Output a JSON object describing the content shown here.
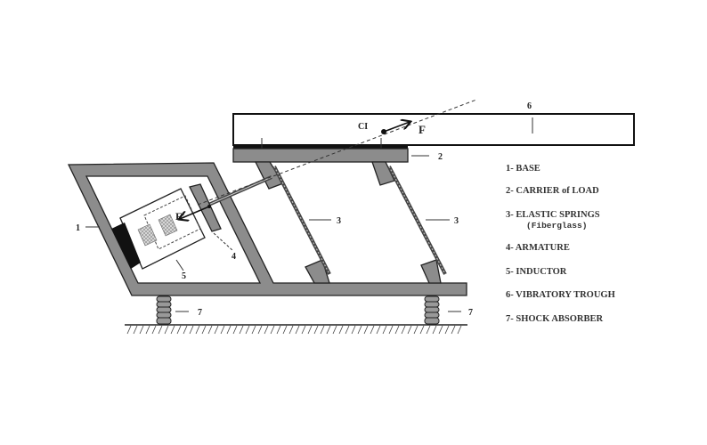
{
  "diagram": {
    "labels": {
      "base": "1",
      "carrier": "2",
      "spring_left": "3",
      "spring_right": "3",
      "armature": "4",
      "inductor": "5",
      "trough": "6",
      "absorber_left": "7",
      "absorber_right": "7",
      "center": "CI",
      "force": "F",
      "reaction_force": "F'"
    },
    "legend": [
      {
        "text": "1- BASE"
      },
      {
        "text": "2- CARRIER of LOAD"
      },
      {
        "text": "3- ELASTIC SPRINGS",
        "sub": "(Fiberglass)"
      },
      {
        "text": "4- ARMATURE"
      },
      {
        "text": "5- INDUCTOR"
      },
      {
        "text": "6- VIBRATORY TROUGH"
      },
      {
        "text": "7- SHOCK ABSORBER"
      }
    ],
    "colors": {
      "frame": "#8c8c8c",
      "outline": "#222222"
    }
  }
}
